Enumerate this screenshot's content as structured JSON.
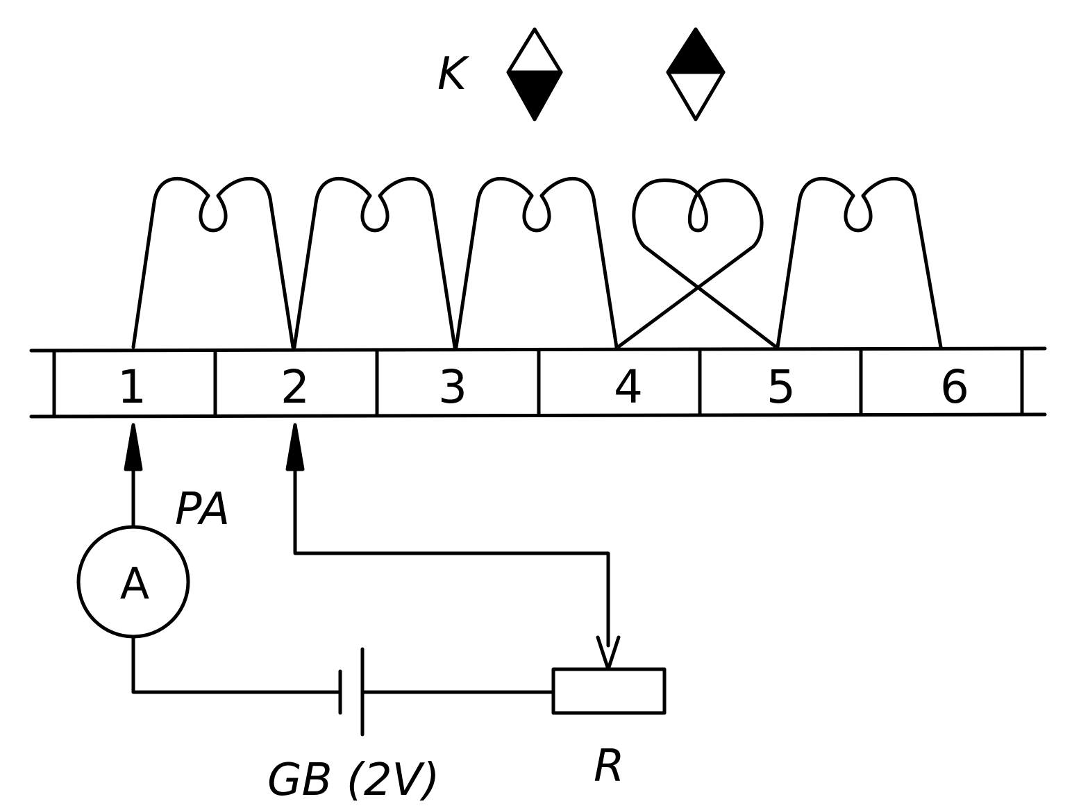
{
  "labels": {
    "relay": "K",
    "ammeter_ref": "PA",
    "ammeter_symbol": "A",
    "battery": "GB (2V)",
    "resistor": "R"
  },
  "terminals": [
    "1",
    "2",
    "3",
    "4",
    "5",
    "6"
  ]
}
